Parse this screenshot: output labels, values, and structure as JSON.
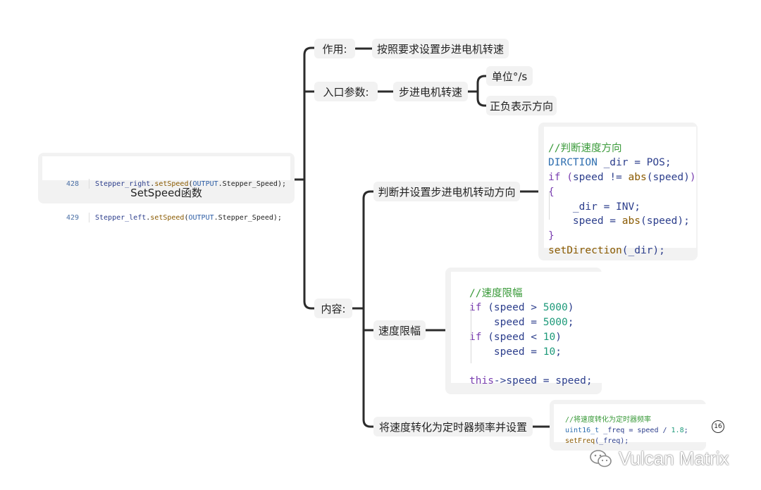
{
  "root": {
    "code_lines": [
      {
        "num": "428",
        "obj": "Stepper_right",
        "dot": ".",
        "fn": "setSpeed",
        "lp": "(",
        "mac": "OUTPUT",
        "arg": ".Stepper_Speed",
        "rp": ");"
      },
      {
        "num": "429",
        "obj": "Stepper_left",
        "dot": ".",
        "fn": "setSpeed",
        "lp": "(",
        "mac": "OUTPUT",
        "arg": ".Stepper_Speed",
        "rp": ");"
      }
    ],
    "caption": "SetSpeed函数"
  },
  "role": {
    "label": "作用:",
    "value": "按照要求设置步进电机转速"
  },
  "params": {
    "label": "入口参数:",
    "name": "步进电机转速",
    "unit": "单位°/s",
    "sign": "正负表示方向"
  },
  "content": {
    "label": "内容:",
    "direction": {
      "label": "判断并设置步进电机转动方向",
      "comment": "//判断速度方向",
      "l2_type": "DIRCTION",
      "l2_rest": " _dir = POS;",
      "l3_if": "if",
      "l3_lp": " (",
      "l3_var": "speed",
      "l3_op": " != ",
      "l3_fn": "abs",
      "l3_arg": "(speed)",
      "l3_rp": ")",
      "open": "{",
      "l5_a": "_dir",
      "l5_b": " = INV;",
      "l6_a": "speed",
      "l6_b": " = ",
      "l6_fn": "abs",
      "l6_c": "(speed);",
      "close": "}",
      "l8_fn": "setDirection",
      "l8_rest": "(_dir);"
    },
    "limit": {
      "label": "速度限幅",
      "comment": "//速度限幅",
      "if1_kw": "if",
      "if1_a": " (speed > ",
      "if1_num": "5000",
      "if1_b": ")",
      "as1_a": "speed = ",
      "as1_num": "5000",
      "as1_b": ";",
      "if2_kw": "if",
      "if2_a": " (speed < ",
      "if2_num": "10",
      "if2_b": ")",
      "as2_a": "speed = ",
      "as2_num": "10",
      "as2_b": ";",
      "this_kw": "this",
      "this_rest": "->speed = speed;"
    },
    "freq": {
      "label": "将速度转化为定时器频率并设置",
      "comment": "//将速度转化为定时器频率",
      "l2_type": "uint16_t",
      "l2_a": " _freq = speed / ",
      "l2_num": "1.8",
      "l2_b": ";",
      "l3_fn": "setFreq",
      "l3_rest": "(_freq);",
      "badge": "16"
    }
  },
  "watermark": "Vulcan Matrix",
  "icons": {
    "wechat": "wechat-icon"
  },
  "colors": {
    "line": "#2b2b2b",
    "node_bg": "#f2f2f2",
    "keyword": "#7a3fb0",
    "comment": "#3a9a3a",
    "number": "#1e9a7a"
  }
}
